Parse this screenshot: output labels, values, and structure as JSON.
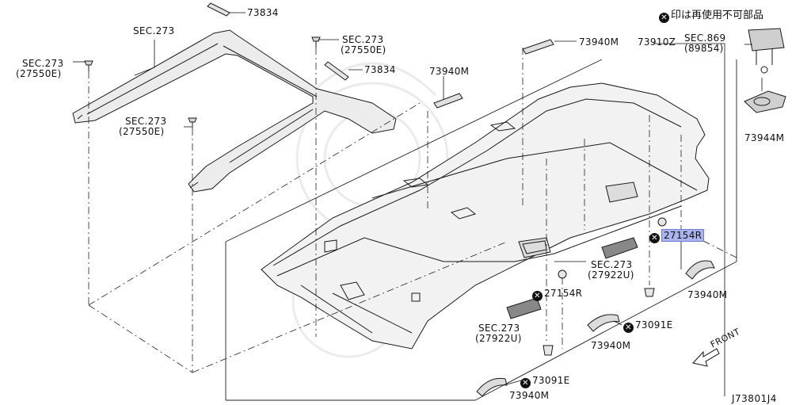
{
  "legend": {
    "icon": "not-reusable-x-icon",
    "text": "印は再使用不可部品"
  },
  "diagram_code": "J73801J4",
  "front_label": "FRONT",
  "labels": {
    "p73834_a": "73834",
    "p73834_b": "73834",
    "sec273_rail": "SEC.273",
    "sec273_l1": "SEC.273",
    "sub27550e_l1": "(27550E)",
    "sec273_l2": "SEC.273",
    "sub27550e_l2": "(27550E)",
    "sec273_l3": "SEC.273",
    "sub27550e_l3": "(27550E)",
    "p73940m_a": "73940M",
    "p73940m_b": "73940M",
    "p73910z": "73910Z",
    "sec869": "SEC.869",
    "sub89854": "(89854)",
    "p73944m": "73944M",
    "p27154r_hl": "27154R",
    "sec273_c1": "SEC.273",
    "sub27922u_c1": "(27922U)",
    "p27154r": "27154R",
    "p73940m_c": "73940M",
    "p73091e_a": "73091E",
    "p73940m_d": "73940M",
    "sec273_c2": "SEC.273",
    "sub27922u_c2": "(27922U)",
    "p73091e_b": "73091E",
    "p73940m_e": "73940M"
  }
}
